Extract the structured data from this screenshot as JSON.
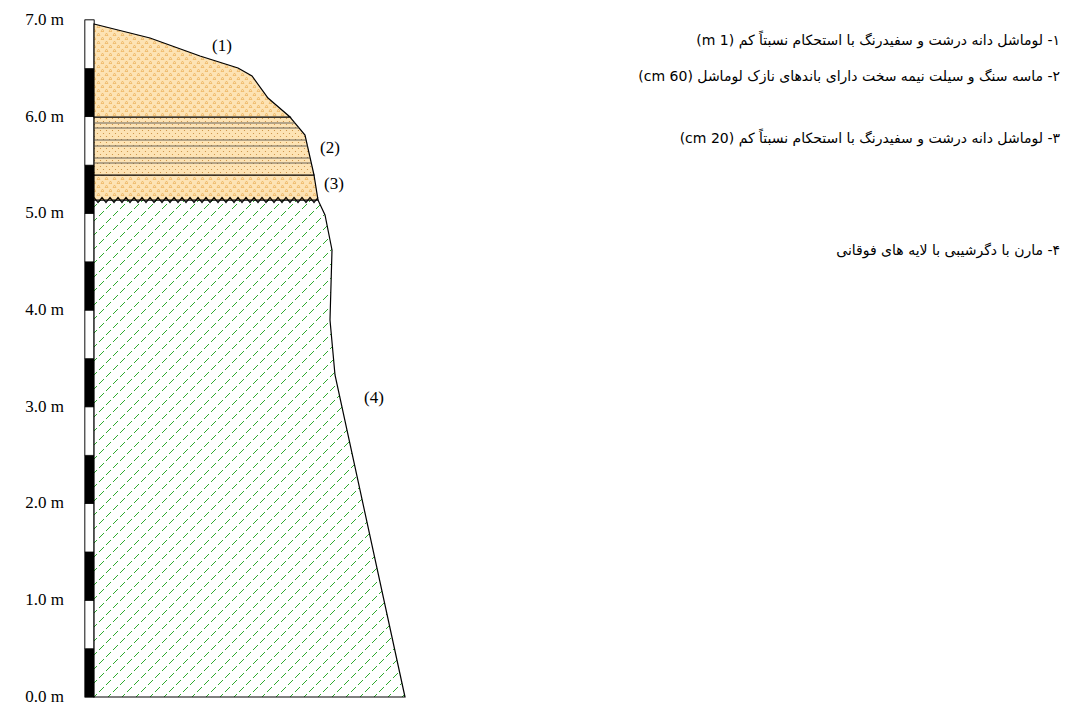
{
  "diagram": {
    "labels": [
      "7.0 m",
      "6.0 m",
      "5.0 m",
      "4.0 m",
      "3.0 m",
      "2.0 m",
      "1.0 m",
      "0.0 m",
      "(1)",
      "(2)",
      "(3)",
      "(4)",
      "۱- لوماشل دانه درشت و سفیدرنگ با استحکام نسبتاً کم (1 m)",
      "۲- ماسه سنگ و سیلت نیمه سخت دارای باندهای نازک لوماشل (60 cm)",
      "۳- لوماشل دانه درشت و سفیدرنگ با استحکام نسبتاً کم (20 cm)",
      "۴- مارن با دگرشیبی با لایه های فوقانی"
    ]
  }
}
